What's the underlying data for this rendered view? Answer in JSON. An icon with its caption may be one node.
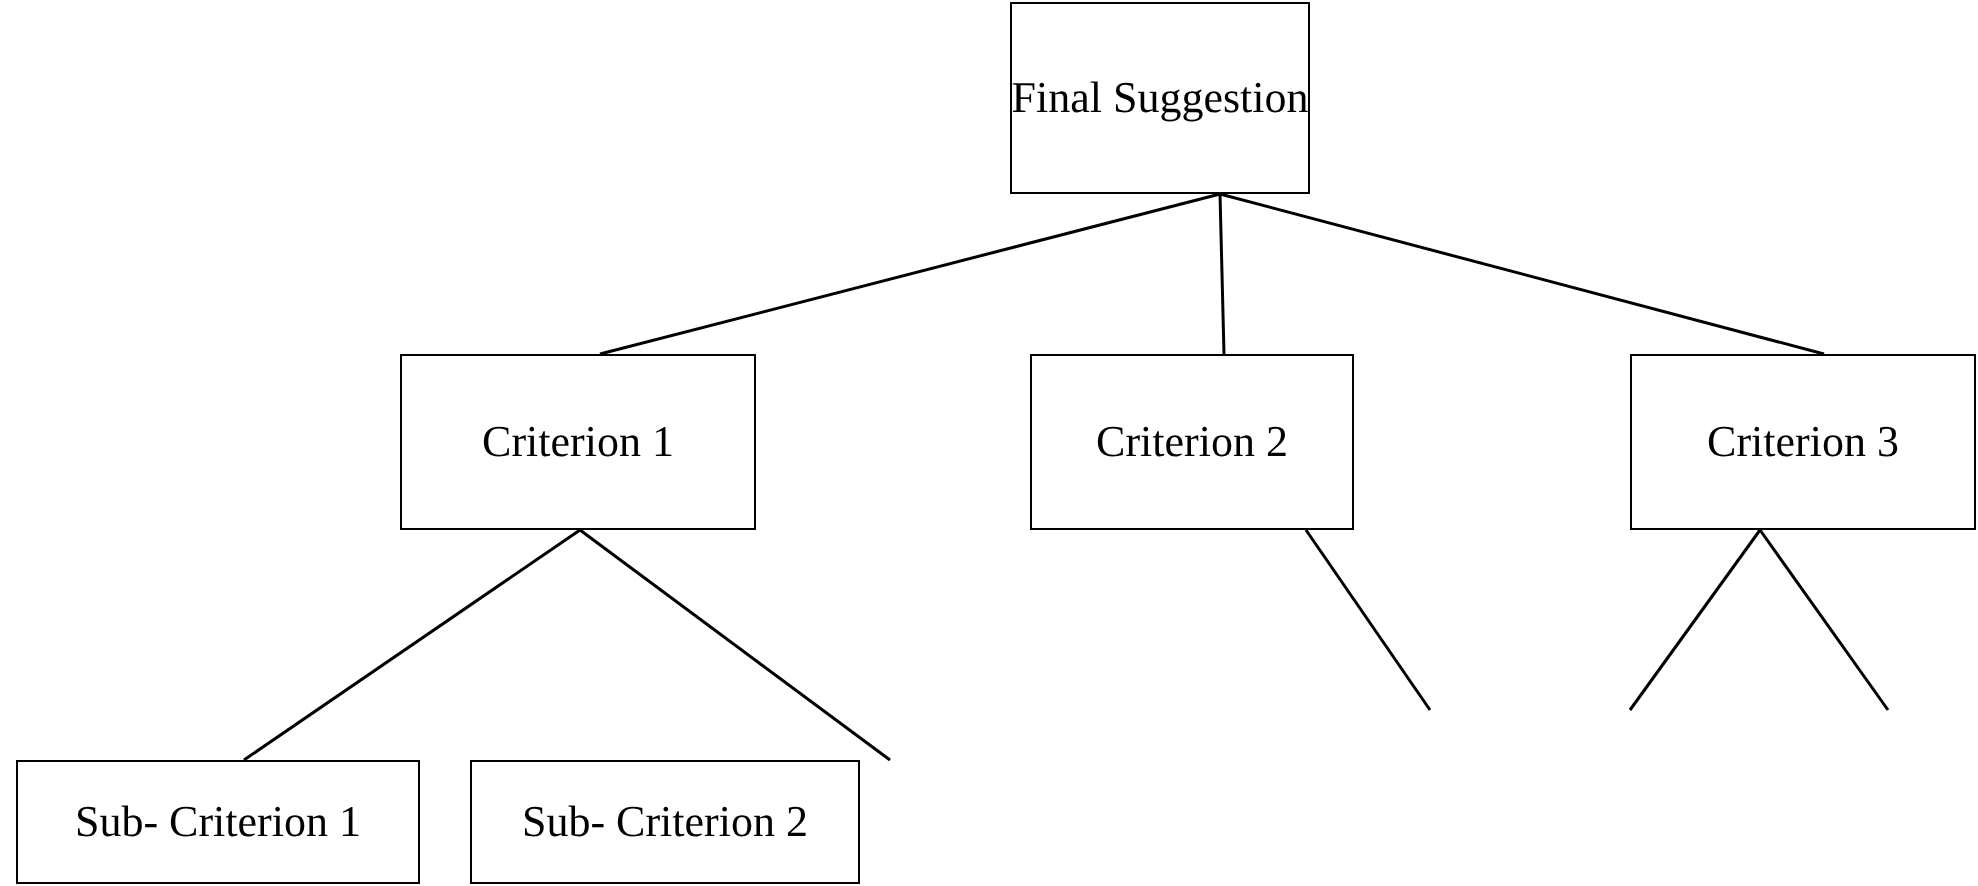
{
  "diagram": {
    "nodes": [
      {
        "text": [
          "Final Suggestion"
        ]
      },
      {
        "text": [
          "Criterion 1"
        ]
      },
      {
        "text": [
          "Criterion 2"
        ]
      },
      {
        "text": [
          "Criterion 3"
        ]
      },
      {
        "text": [
          "Sub- Criterion 1"
        ]
      },
      {
        "text": [
          "Sub- Criterion 2"
        ]
      }
    ],
    "edges": [
      {
        "from": 0,
        "to": 1,
        "arrow": "none"
      },
      {
        "from": 0,
        "to": 2,
        "arrow": "none"
      },
      {
        "from": 0,
        "to": 3,
        "arrow": "none"
      },
      {
        "from": 1,
        "to": 4,
        "arrow": "none"
      },
      {
        "from": 1,
        "to": 5,
        "arrow": "none"
      },
      {
        "from": 2,
        "to": null,
        "arrow": "none"
      },
      {
        "from": 3,
        "to": null,
        "arrow": "none"
      },
      {
        "from": 3,
        "to": null,
        "arrow": "none"
      }
    ]
  }
}
